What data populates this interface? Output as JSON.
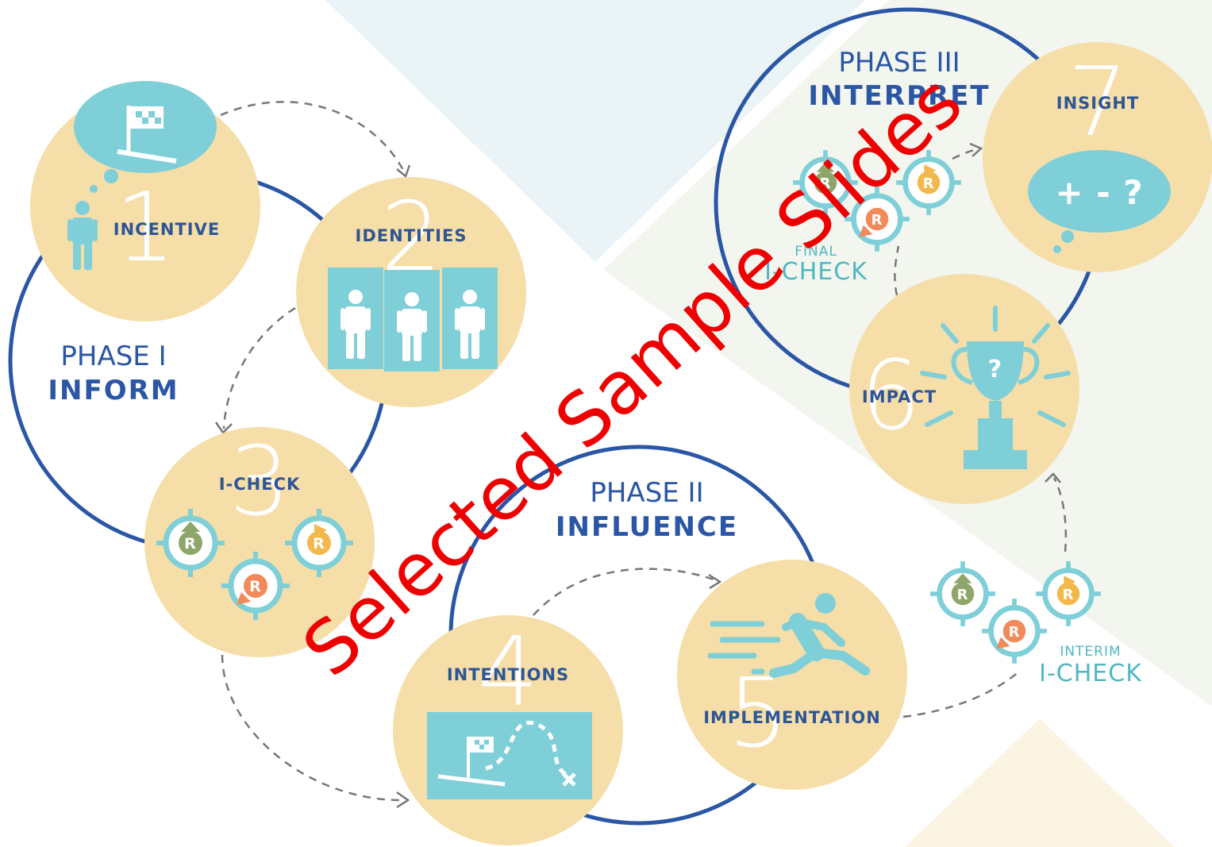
{
  "colors": {
    "navy": "#2a56a5",
    "cream": "#f5dea8",
    "teal": "#7fcfd8",
    "tealDark": "#4fb7c3",
    "green": "#8ea66a",
    "orange": "#f08a5a",
    "yellow": "#f2b84b",
    "number": "#ffffff",
    "label": "#2e5595",
    "watermark": "#ee0000"
  },
  "phases": [
    {
      "roman": "PHASE I",
      "name": "INFORM"
    },
    {
      "roman": "PHASE II",
      "name": "INFLUENCE"
    },
    {
      "roman": "PHASE III",
      "name": "INTERPRET"
    }
  ],
  "steps": [
    {
      "number": "1",
      "label": "INCENTIVE",
      "icon": "thought-bubble-flag-icon"
    },
    {
      "number": "2",
      "label": "IDENTITIES",
      "icon": "three-person-cards-icon"
    },
    {
      "number": "3",
      "label": "I-CHECK",
      "icon": "rating-circles-icon"
    },
    {
      "number": "4",
      "label": "INTENTIONS",
      "icon": "route-map-flag-icon"
    },
    {
      "number": "5",
      "label": "IMPLEMENTATION",
      "icon": "running-person-icon"
    },
    {
      "number": "6",
      "label": "IMPACT",
      "icon": "trophy-question-icon"
    },
    {
      "number": "7",
      "label": "INSIGHT",
      "icon": "thought-bubble-plus-minus-icon"
    }
  ],
  "checks": {
    "interim": {
      "line1": "INTERIM",
      "line2": "I-CHECK"
    },
    "final": {
      "line1": "FINAL",
      "line2": "I-CHECK"
    }
  },
  "badge_letter": "R",
  "insight_symbols": "+ - ?",
  "trophy_symbol": "?",
  "watermark": "Selected Sample Slides"
}
